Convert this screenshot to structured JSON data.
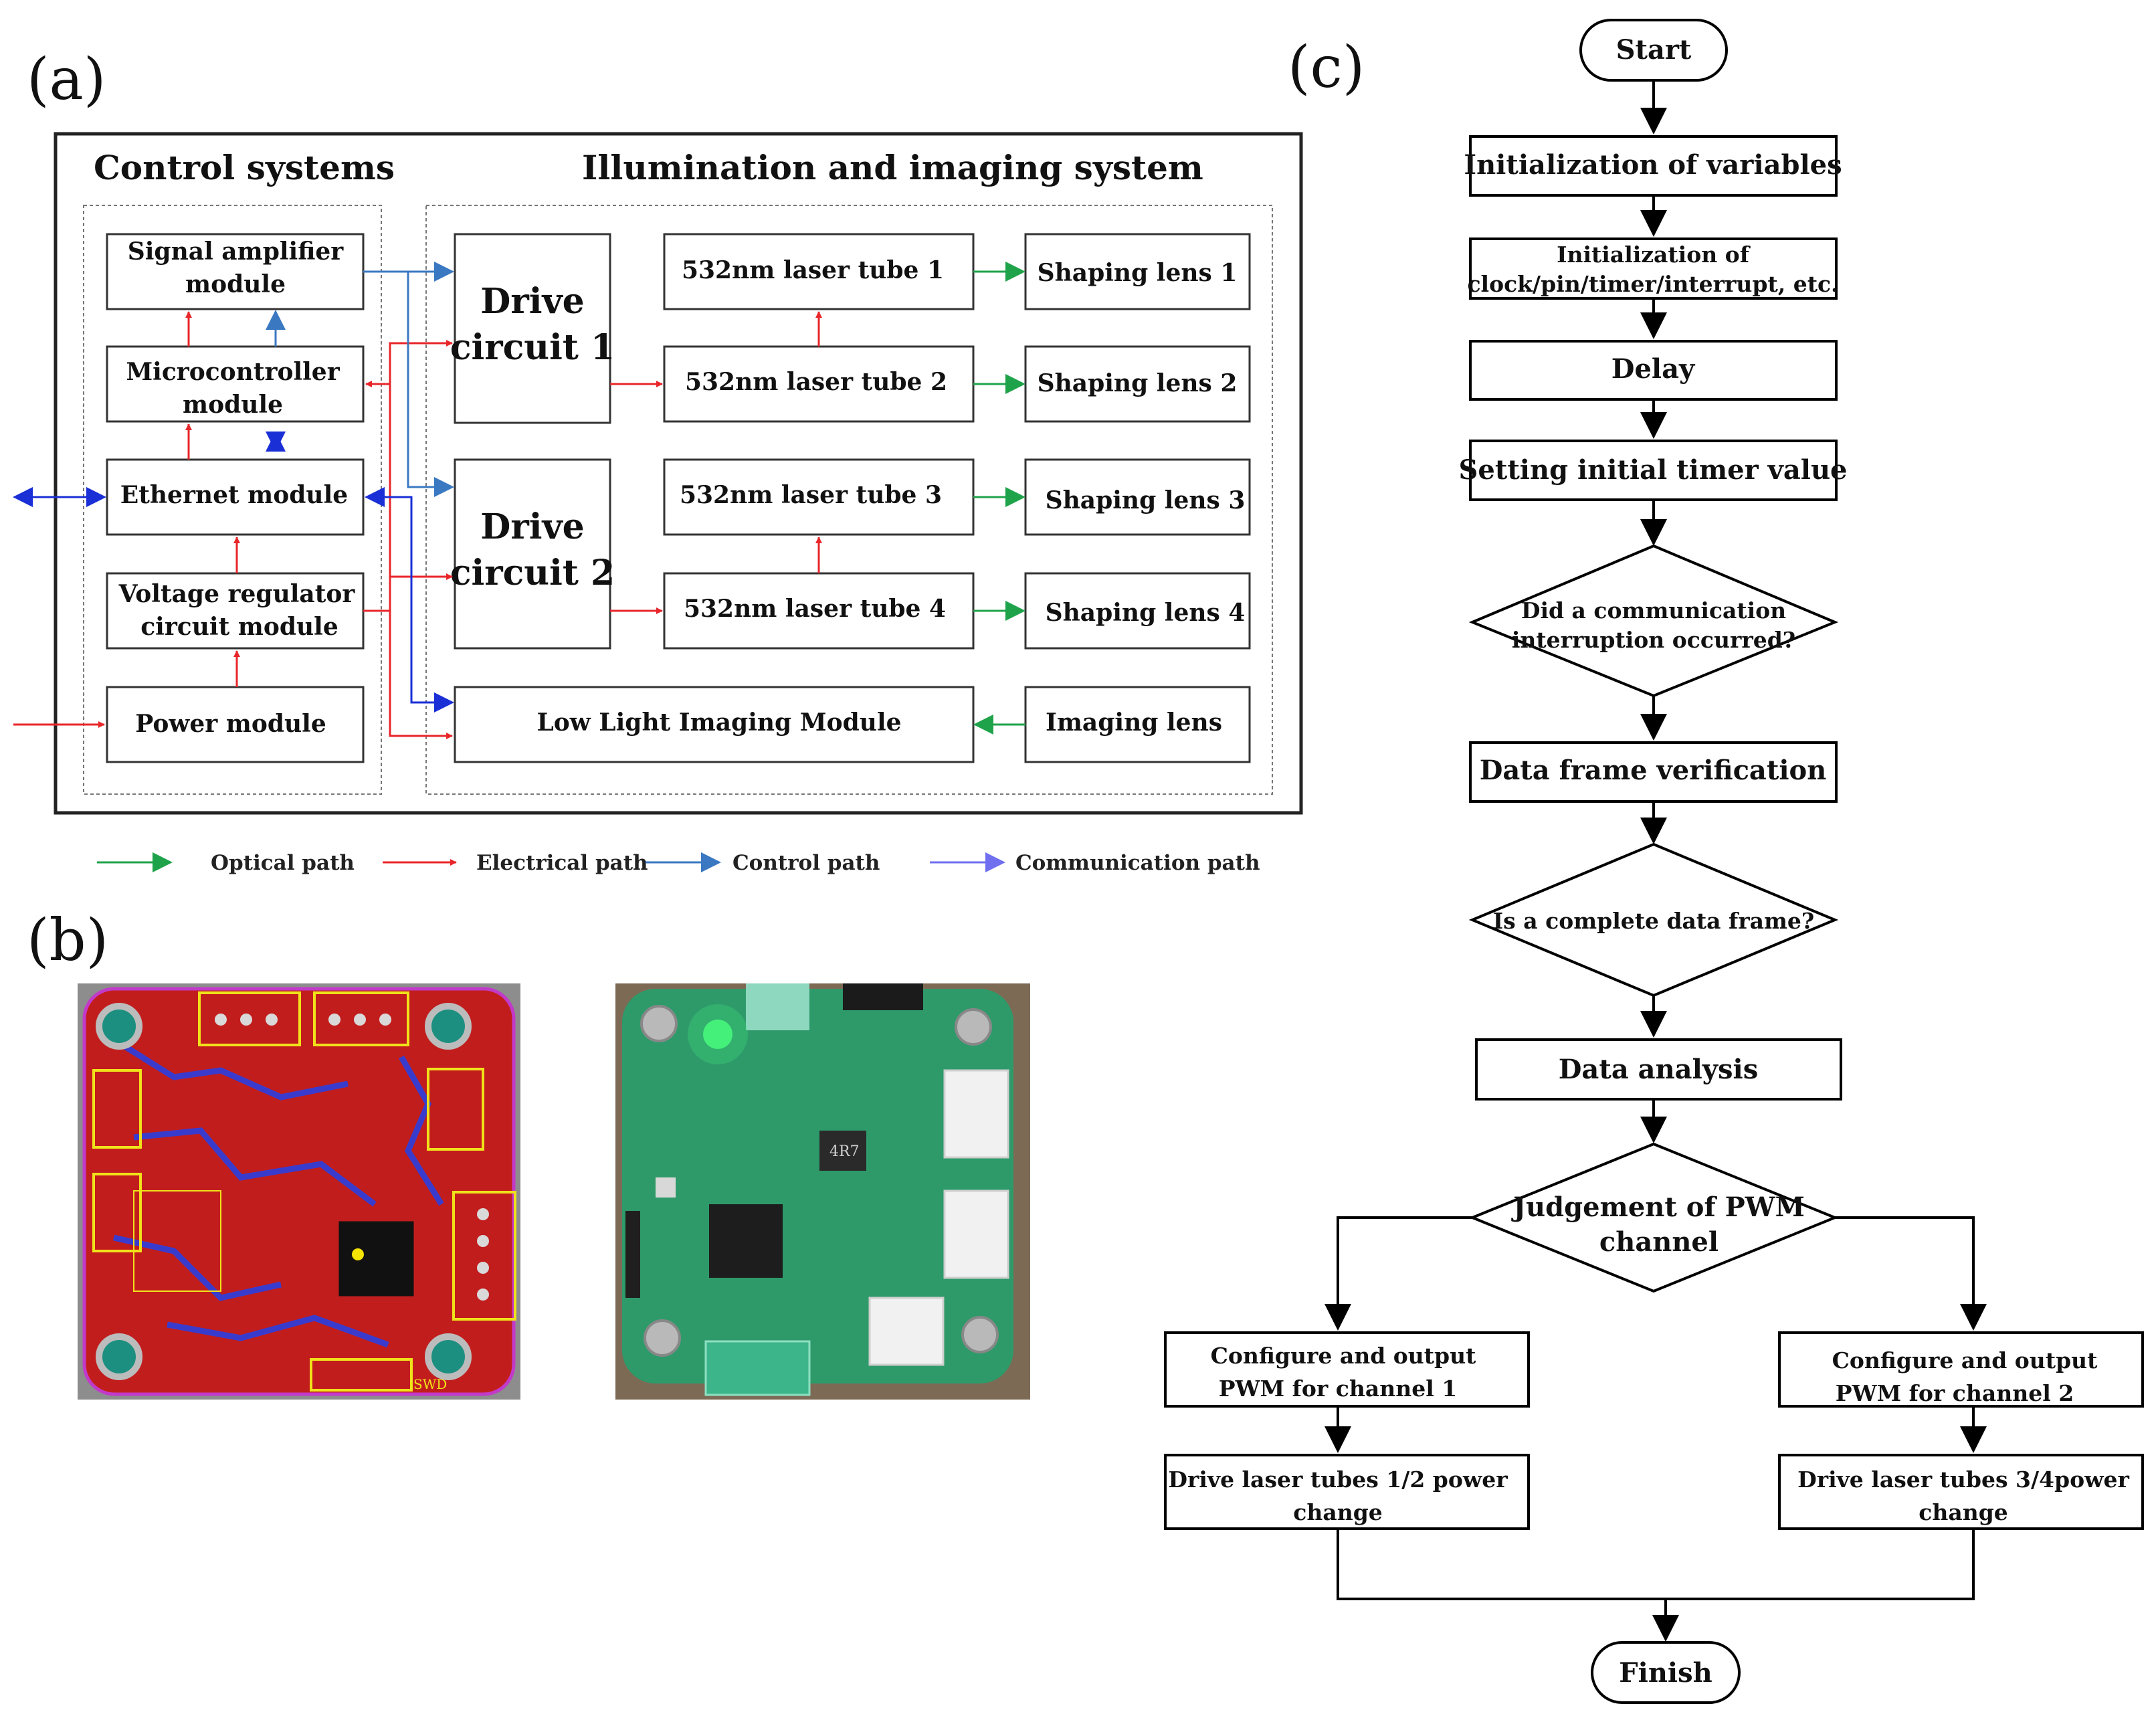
{
  "panels": {
    "a_label": "(a)",
    "b_label": "(b)",
    "c_label": "(c)"
  },
  "block_diagram": {
    "control_title": "Control systems",
    "illum_title": "Illumination  and  imaging system",
    "control_modules": [
      [
        "Signal amplifier",
        "module"
      ],
      [
        "Microcontroller",
        "module"
      ],
      [
        "Ethernet module"
      ],
      [
        "Voltage regulator",
        "circuit module"
      ],
      [
        "Power module"
      ]
    ],
    "drive_circuits": [
      [
        "Drive",
        "circuit 1"
      ],
      [
        "Drive",
        "circuit 2"
      ]
    ],
    "laser_tubes": [
      "532nm laser tube 1",
      "532nm laser tube 2",
      "532nm laser tube 3",
      "532nm laser tube 4"
    ],
    "shaping_lenses": [
      "Shaping lens 1",
      "Shaping lens 2",
      "Shaping lens 3",
      "Shaping lens 4"
    ],
    "imaging_module": "Low Light Imaging Module",
    "imaging_lens": "Imaging lens",
    "legend": [
      {
        "label": "Optical path",
        "color": "#1fa34a"
      },
      {
        "label": "Electrical path",
        "color": "#e8262a"
      },
      {
        "label": "Control path",
        "color": "#3a78c2"
      },
      {
        "label": "Communication path",
        "color": "#6f6ff0"
      }
    ]
  },
  "flowchart": {
    "start": "Start",
    "init_vars": "Initialization of variables",
    "init_clock": [
      "Initialization of",
      "clock/pin/timer/interrupt, etc."
    ],
    "delay": "Delay",
    "set_timer": "Setting initial timer value",
    "decision_comm": [
      "Did a communication",
      "interruption  occurred?"
    ],
    "verify": "Data frame verification",
    "decision_complete": "Is a complete data frame?",
    "analysis": "Data analysis",
    "decision_pwm": [
      "Judgement of PWM",
      "channel"
    ],
    "config_ch1": [
      "Configure and output",
      "PWM for channel 1"
    ],
    "config_ch2": [
      "Configure and output",
      "PWM for channel 2"
    ],
    "drive_12": [
      "Drive laser tubes 1/2 power",
      "change"
    ],
    "drive_34": [
      "Drive laser tubes 3/4power",
      "change"
    ],
    "finish": "Finish"
  },
  "pcb_labels": {
    "swd": "SWD",
    "chip_marking": "4R7"
  }
}
